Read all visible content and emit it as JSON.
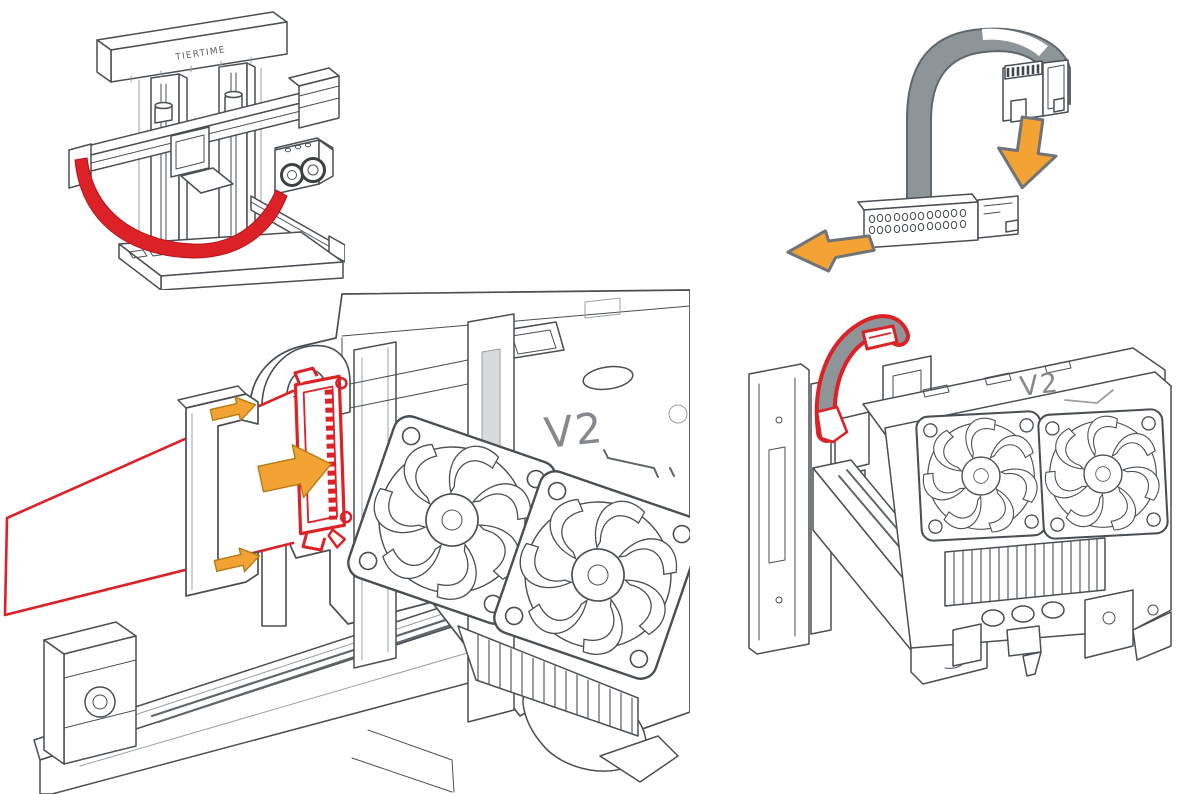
{
  "document": {
    "background": "#ffffff"
  },
  "colors": {
    "line": "#4a4f54",
    "line_light": "#9aa0a5",
    "highlight_red": "#dc2127",
    "cable_gray": "#8e9599",
    "arrow_fill": "#f2a333",
    "arrow_outline": "#6f7479",
    "marking_gray": "#85898d"
  },
  "panels": {
    "printer_overview": {
      "name": "printer-frame-with-ribbon-cable",
      "brand_label": "TIERTIME"
    },
    "cable_and_connectors": {
      "name": "ribbon-cable-with-connectors",
      "icons": [
        "arrow-down-icon",
        "arrow-left-icon"
      ]
    },
    "cable_insertion_closeup": {
      "name": "toolhead-ribbon-cable-insertion",
      "marking": "V2",
      "icons": [
        "arrow-right-large-icon",
        "arrow-right-small-top-icon",
        "arrow-right-small-bottom-icon"
      ]
    },
    "cable_installed": {
      "name": "toolhead-cable-installed",
      "marking": "V2"
    }
  }
}
